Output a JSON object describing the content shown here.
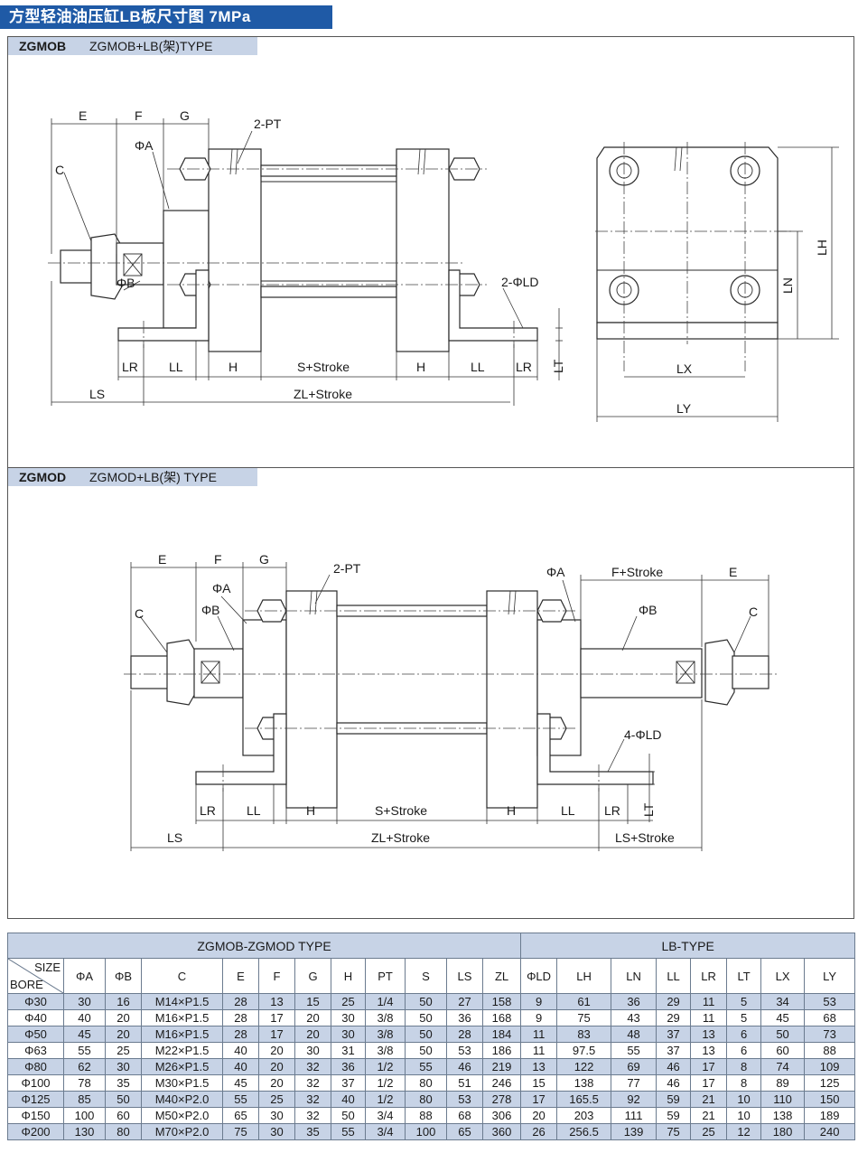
{
  "title": "方型轻油油压缸LB板尺寸图 7MPa",
  "panel_top": {
    "code": "ZGMOB",
    "type_label": "ZGMOB+LB(架)TYPE"
  },
  "panel_bottom": {
    "code": "ZGMOD",
    "type_label": "ZGMOD+LB(架) TYPE"
  },
  "drawing_top": {
    "labels": {
      "E": "E",
      "F": "F",
      "G": "G",
      "PT": "2-PT",
      "A": "ΦA",
      "C": "C",
      "B": "ΦB",
      "LD": "2-ΦLD",
      "LR": "LR",
      "LL": "LL",
      "H": "H",
      "S": "S+Stroke",
      "LT": "LT",
      "LS": "LS",
      "ZL": "ZL+Stroke",
      "LH": "LH",
      "LN": "LN",
      "LX": "LX",
      "LY": "LY"
    }
  },
  "drawing_bottom": {
    "labels": {
      "E": "E",
      "F": "F",
      "G": "G",
      "PT": "2-PT",
      "A": "ΦA",
      "B": "ΦB",
      "C": "C",
      "A2": "ΦA",
      "F_stroke": "F+Stroke",
      "E2": "E",
      "B2": "ΦB",
      "C2": "C",
      "LD": "4-ΦLD",
      "LR": "LR",
      "LL": "LL",
      "H": "H",
      "S": "S+Stroke",
      "LT": "LT",
      "LS": "LS",
      "ZL": "ZL+Stroke",
      "LS_stroke": "LS+Stroke"
    }
  },
  "table": {
    "group_left": "ZGMOB-ZGMOD TYPE",
    "group_right": "LB-TYPE",
    "size_label": "SIZE",
    "bore_label": "BORE",
    "columns": [
      "ΦA",
      "ΦB",
      "C",
      "E",
      "F",
      "G",
      "H",
      "PT",
      "S",
      "LS",
      "ZL",
      "ΦLD",
      "LH",
      "LN",
      "LL",
      "LR",
      "LT",
      "LX",
      "LY"
    ],
    "rows": [
      [
        "Φ30",
        "30",
        "16",
        "M14×P1.5",
        "28",
        "13",
        "15",
        "25",
        "1/4",
        "50",
        "27",
        "158",
        "9",
        "61",
        "36",
        "29",
        "11",
        "5",
        "34",
        "53"
      ],
      [
        "Φ40",
        "40",
        "20",
        "M16×P1.5",
        "28",
        "17",
        "20",
        "30",
        "3/8",
        "50",
        "36",
        "168",
        "9",
        "75",
        "43",
        "29",
        "11",
        "5",
        "45",
        "68"
      ],
      [
        "Φ50",
        "45",
        "20",
        "M16×P1.5",
        "28",
        "17",
        "20",
        "30",
        "3/8",
        "50",
        "28",
        "184",
        "11",
        "83",
        "48",
        "37",
        "13",
        "6",
        "50",
        "73"
      ],
      [
        "Φ63",
        "55",
        "25",
        "M22×P1.5",
        "40",
        "20",
        "30",
        "31",
        "3/8",
        "50",
        "53",
        "186",
        "11",
        "97.5",
        "55",
        "37",
        "13",
        "6",
        "60",
        "88"
      ],
      [
        "Φ80",
        "62",
        "30",
        "M26×P1.5",
        "40",
        "20",
        "32",
        "36",
        "1/2",
        "55",
        "46",
        "219",
        "13",
        "122",
        "69",
        "46",
        "17",
        "8",
        "74",
        "109"
      ],
      [
        "Φ100",
        "78",
        "35",
        "M30×P1.5",
        "45",
        "20",
        "32",
        "37",
        "1/2",
        "80",
        "51",
        "246",
        "15",
        "138",
        "77",
        "46",
        "17",
        "8",
        "89",
        "125"
      ],
      [
        "Φ125",
        "85",
        "50",
        "M40×P2.0",
        "55",
        "25",
        "32",
        "40",
        "1/2",
        "80",
        "53",
        "278",
        "17",
        "165.5",
        "92",
        "59",
        "21",
        "10",
        "110",
        "150"
      ],
      [
        "Φ150",
        "100",
        "60",
        "M50×P2.0",
        "65",
        "30",
        "32",
        "50",
        "3/4",
        "88",
        "68",
        "306",
        "20",
        "203",
        "111",
        "59",
        "21",
        "10",
        "138",
        "189"
      ],
      [
        "Φ200",
        "130",
        "80",
        "M70×P2.0",
        "75",
        "30",
        "35",
        "55",
        "3/4",
        "100",
        "65",
        "360",
        "26",
        "256.5",
        "139",
        "75",
        "25",
        "12",
        "180",
        "240"
      ]
    ]
  }
}
